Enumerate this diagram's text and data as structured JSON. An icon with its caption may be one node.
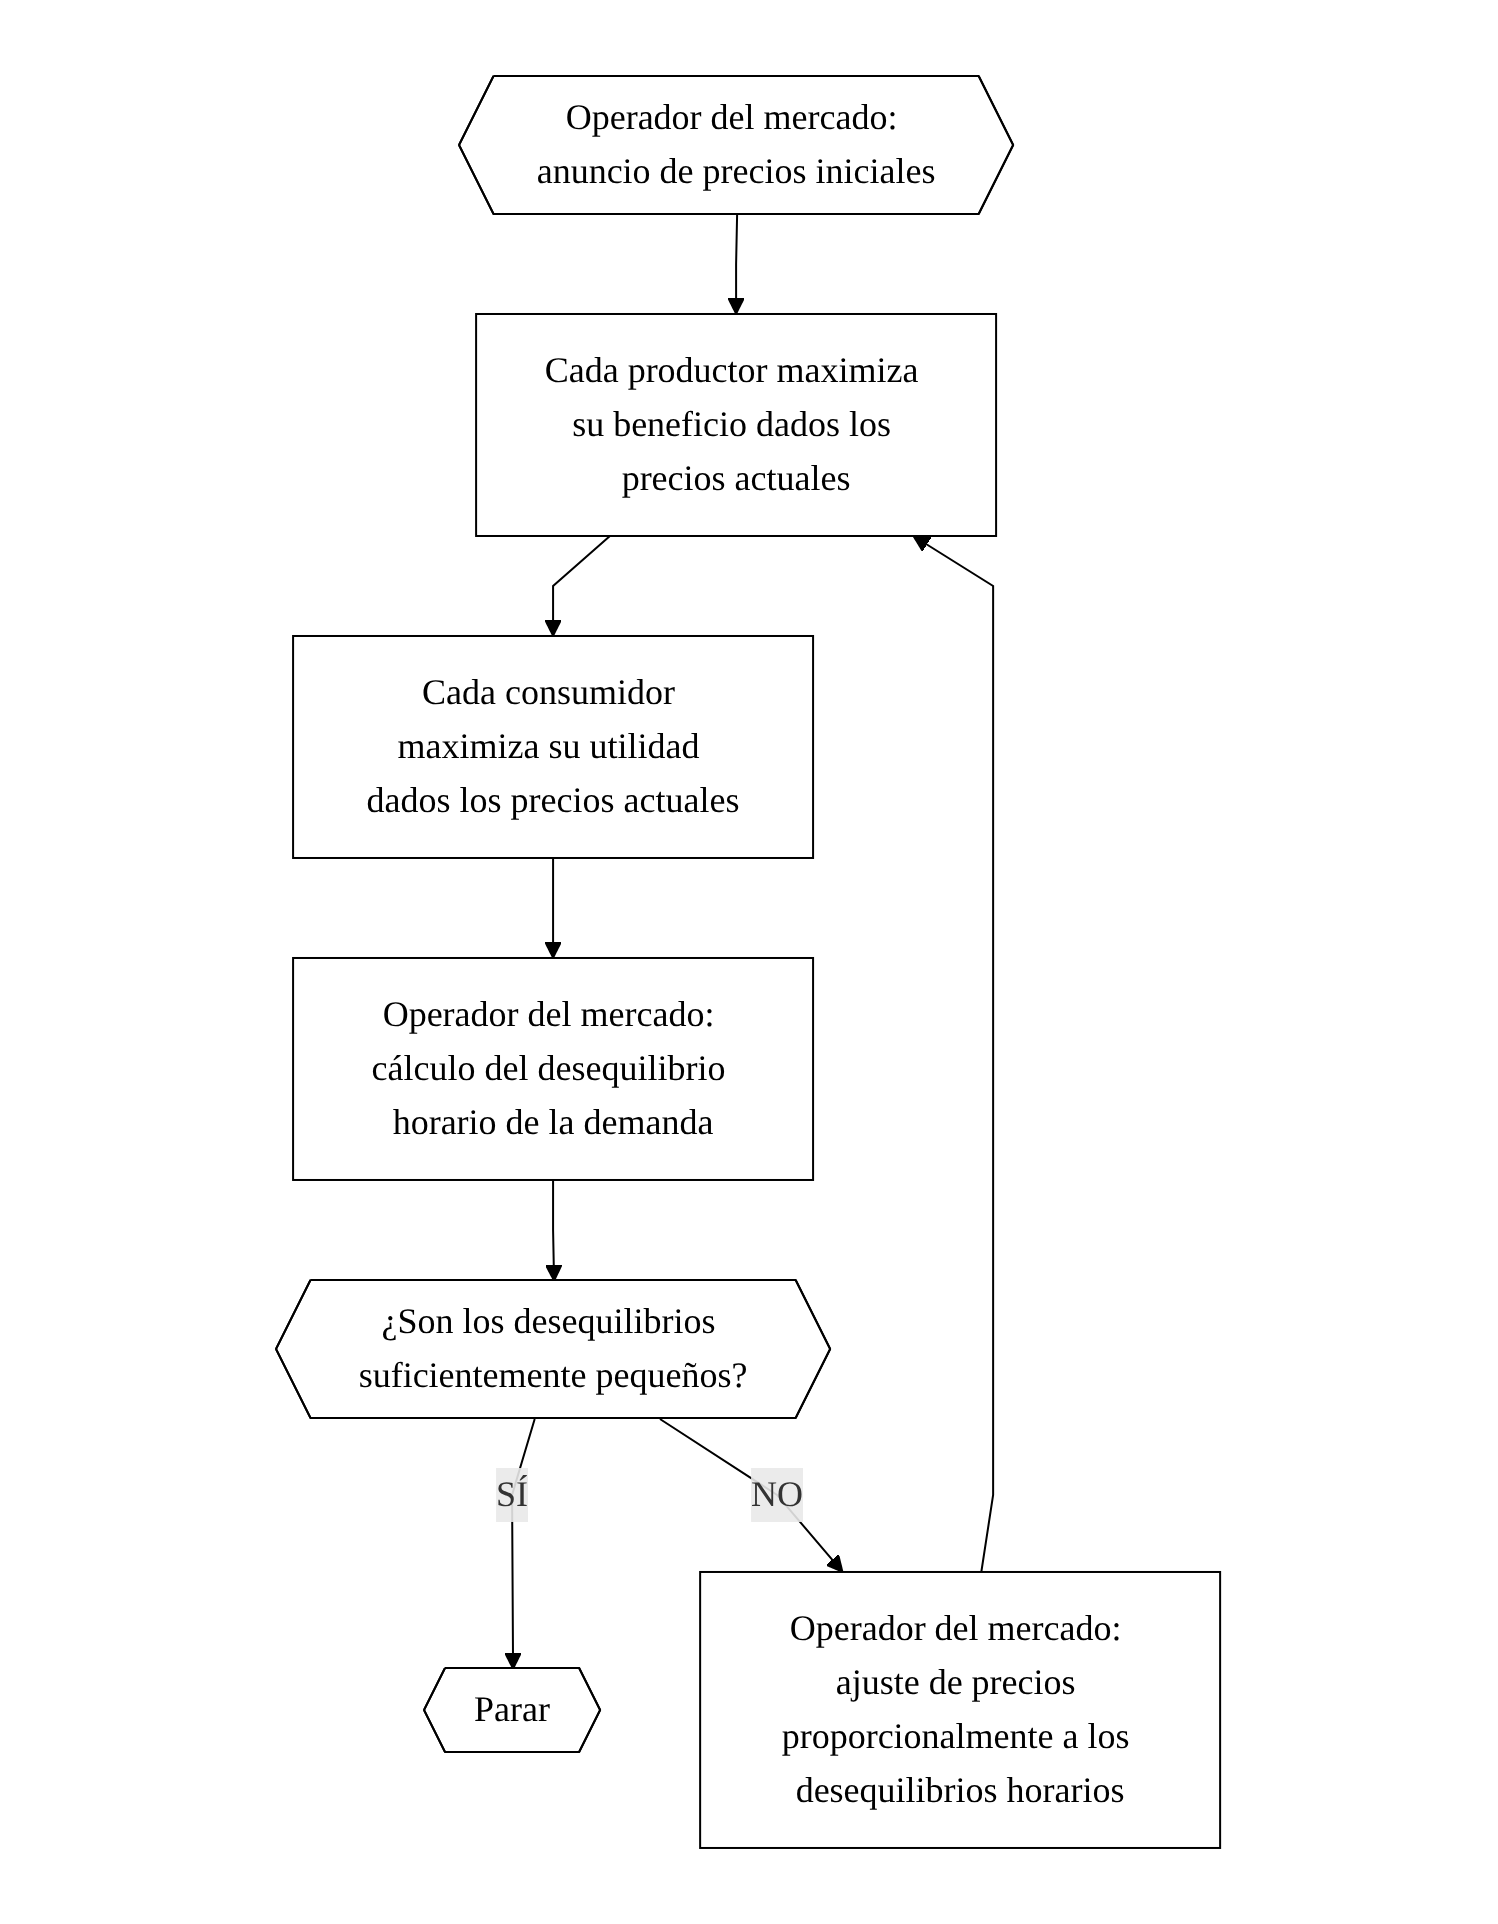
{
  "diagram": {
    "nodes": [
      {
        "text": [
          "Operador del mercado: anuncio de precios iniciales"
        ]
      },
      {
        "text": [
          "Cada productor maximiza su beneficio dados los precios actuales"
        ]
      },
      {
        "text": [
          "Cada consumidor maximiza su utilidad dados los precios actuales"
        ]
      },
      {
        "text": [
          "Operador del mercado: cálculo del desequilibrio horario de la demanda"
        ]
      },
      {
        "text": [
          "¿Son los desequilibrios suficientemente pequeños?"
        ]
      },
      {
        "text": [
          "Parar"
        ]
      },
      {
        "text": [
          "Operador del mercado: ajuste de precios proporcionalmente a los desequilibrios horarios"
        ]
      }
    ],
    "edges": [
      {
        "from": 0,
        "to": 1,
        "arrow": "to"
      },
      {
        "from": 1,
        "to": 2,
        "arrow": "to"
      },
      {
        "from": 2,
        "to": 3,
        "arrow": "to"
      },
      {
        "from": 3,
        "to": 4,
        "arrow": "to"
      },
      {
        "from": 4,
        "to": 5,
        "arrow": "to",
        "label": "SÍ"
      },
      {
        "from": 4,
        "to": 6,
        "arrow": "to",
        "label": "NO"
      },
      {
        "from": 6,
        "to": 1,
        "arrow": "to"
      }
    ]
  }
}
